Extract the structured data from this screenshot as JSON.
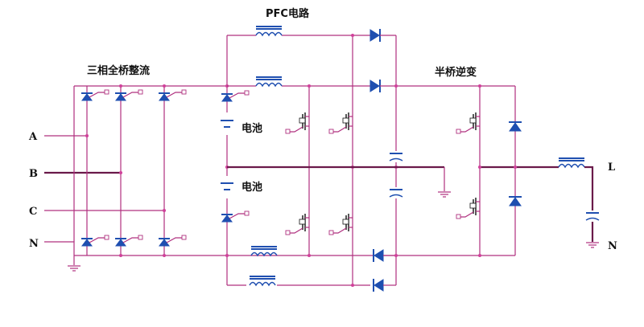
{
  "labels": {
    "pfc": "PFC电路",
    "rectifier": "三相全桥整流",
    "inverter": "半桥逆变",
    "battery_top": "电池",
    "battery_bottom": "电池"
  },
  "terminals": {
    "a": "A",
    "b": "B",
    "c": "C",
    "n_in": "N",
    "l_out": "L",
    "n_out": "N"
  },
  "colors": {
    "wire": "#b0307f",
    "bus": "#6a1a4a",
    "component": "#1f4fb0"
  }
}
